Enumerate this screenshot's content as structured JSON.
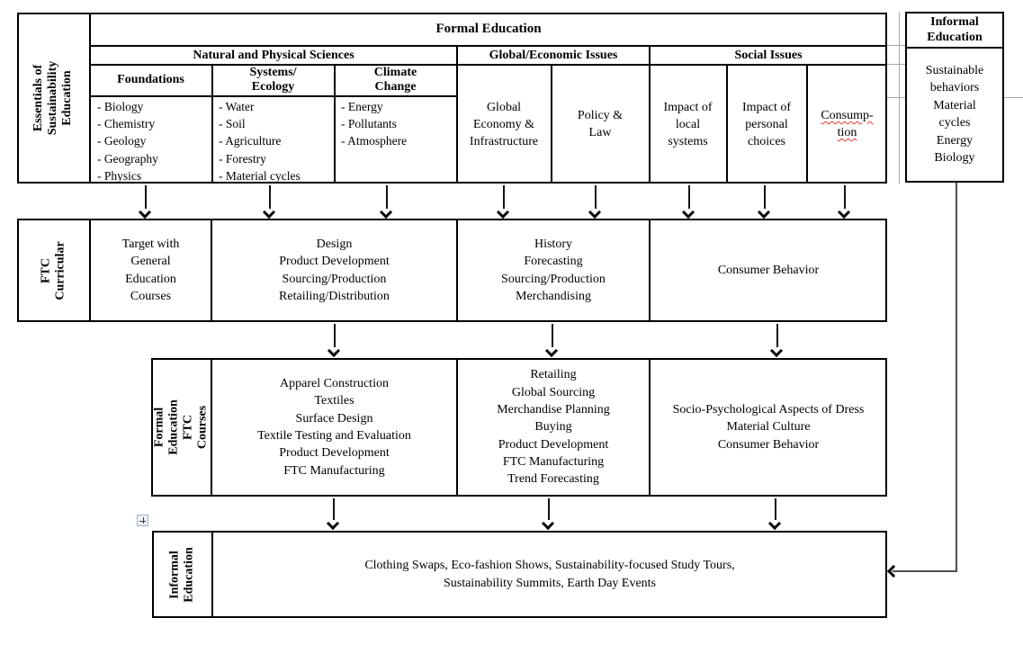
{
  "colors": {
    "border": "#000000",
    "grid_gray": "#a9a9a9",
    "elbow_connector": "#4d4d4d",
    "spellcheck_red": "#e8372c",
    "handle_border": "#9db3c8",
    "handle_bg": "#eef3f8"
  },
  "top_section": {
    "side_label": "Essentials of\nSustainability\nEducation",
    "formal_header": "Formal Education",
    "group_headers": {
      "natural": "Natural and Physical Sciences",
      "global_economic": "Global/Economic Issues",
      "social": "Social Issues"
    },
    "columns": {
      "foundations": {
        "header": "Foundations",
        "items": [
          "- Biology",
          "- Chemistry",
          "- Geology",
          "- Geography",
          "- Physics"
        ]
      },
      "systems_ecology": {
        "header": "Systems/\nEcology",
        "items": [
          "- Water",
          "- Soil",
          "- Agriculture",
          "- Forestry",
          "- Material cycles"
        ]
      },
      "climate_change": {
        "header": "Climate\nChange",
        "items": [
          "- Energy",
          "- Pollutants",
          "- Atmosphere"
        ]
      },
      "global_economy": "Global\nEconomy &\nInfrastructure",
      "policy_law": "Policy &\nLaw",
      "impact_local": "Impact of\nlocal\nsystems",
      "impact_personal": "Impact of\npersonal\nchoices",
      "consumption": "Consump-\ntion"
    }
  },
  "informal_top_box": {
    "header": "Informal\nEducation",
    "body": "Sustainable\nbehaviors\nMaterial\ncycles\nEnergy\nBiology"
  },
  "ftc_curricular": {
    "side_label": "FTC\nCurricular",
    "general_courses": "Target with\nGeneral\nEducation\nCourses",
    "design_track": [
      "Design",
      "Product Development",
      "Sourcing/Production",
      "Retailing/Distribution"
    ],
    "merchandising_track": [
      "History",
      "Forecasting",
      "Sourcing/Production",
      "Merchandising"
    ],
    "consumer_track": "Consumer Behavior"
  },
  "ftc_courses": {
    "side_label": "Formal Education\nFTC Courses",
    "design_courses": [
      "Apparel Construction",
      "Textiles",
      "Surface Design",
      "Textile Testing and Evaluation",
      "Product Development",
      "FTC Manufacturing"
    ],
    "merchandising_courses": [
      "Retailing",
      "Global Sourcing",
      "Merchandise Planning",
      "Buying",
      "Product Development",
      "FTC Manufacturing",
      "Trend Forecasting"
    ],
    "consumer_courses": [
      "Socio-Psychological Aspects of Dress",
      "Material Culture",
      "Consumer Behavior"
    ]
  },
  "informal_bottom": {
    "side_label": "Informal\nEducation",
    "body": [
      "Clothing Swaps, Eco-fashion Shows, Sustainability-focused Study Tours,",
      "Sustainability Summits, Earth Day Events"
    ]
  }
}
